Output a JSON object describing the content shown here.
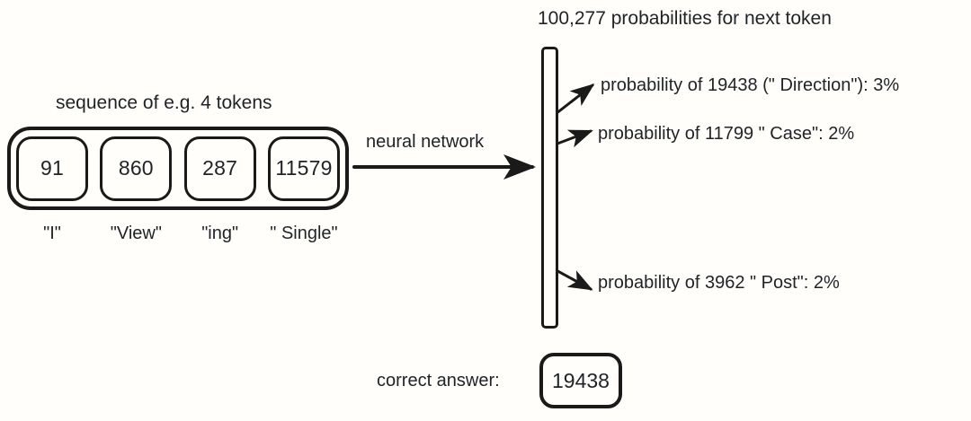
{
  "diagram": {
    "background_color": "#FFFEFB",
    "stroke_color": "#1a1a1a",
    "text_color": "#1f2227"
  },
  "sequence": {
    "caption": "sequence of e.g. 4 tokens",
    "tokens": [
      {
        "id": "91",
        "text": "\"I\""
      },
      {
        "id": "860",
        "text": "\"View\""
      },
      {
        "id": "287",
        "text": "\"ing\""
      },
      {
        "id": "11579",
        "text": "\" Single\""
      }
    ]
  },
  "transform": {
    "label": "neural network"
  },
  "distribution": {
    "title": "100,277 probabilities for next token",
    "vocab_size": "100,277",
    "entries": [
      {
        "label": "probability of 19438 (\" Direction\"): 3%",
        "token_id": "19438",
        "token_text": "\" Direction\"",
        "probability": "3%"
      },
      {
        "label": "probability of 11799 \" Case\": 2%",
        "token_id": "11799",
        "token_text": "\" Case\"",
        "probability": "2%"
      },
      {
        "label": "probability of 3962 \" Post\": 2%",
        "token_id": "3962",
        "token_text": "\" Post\"",
        "probability": "2%"
      }
    ]
  },
  "answer": {
    "label": "correct answer:",
    "value": "19438"
  }
}
